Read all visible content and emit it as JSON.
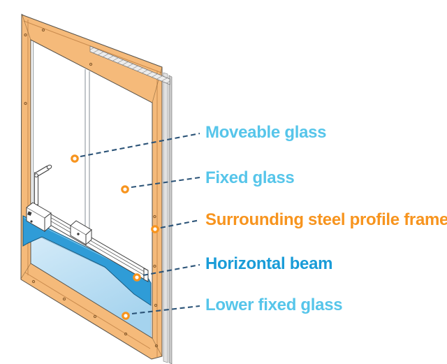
{
  "figure": {
    "type": "technical-illustration",
    "subject": "Sliding window unit with steel profile frame, shown in perspective"
  },
  "labels": [
    {
      "name": "moveable-glass",
      "text": "Moveable glass",
      "color_key": "light_blue"
    },
    {
      "name": "fixed-glass",
      "text": "Fixed glass",
      "color_key": "light_blue"
    },
    {
      "name": "surrounding-steel-profile-frame",
      "text": "Surrounding steel profile frame",
      "color_key": "orange"
    },
    {
      "name": "horizontal-beam",
      "text": "Horizontal beam",
      "color_key": "medium_blue"
    },
    {
      "name": "lower-fixed-glass",
      "text": "Lower fixed glass",
      "color_key": "light_blue"
    }
  ],
  "colors": {
    "light_blue": "#56C5EA",
    "medium_blue": "#199CD8",
    "orange": "#F7941E",
    "leader_line": "#2B5377",
    "marker_ring": "#F7941E",
    "frame_fill": "#F5BA7A",
    "frame_fill_dark": "#EDA45F",
    "beam_blue": "#2F9CD7",
    "glass_light": "#D3EBF9",
    "glass_deep": "#A5D3EE"
  }
}
